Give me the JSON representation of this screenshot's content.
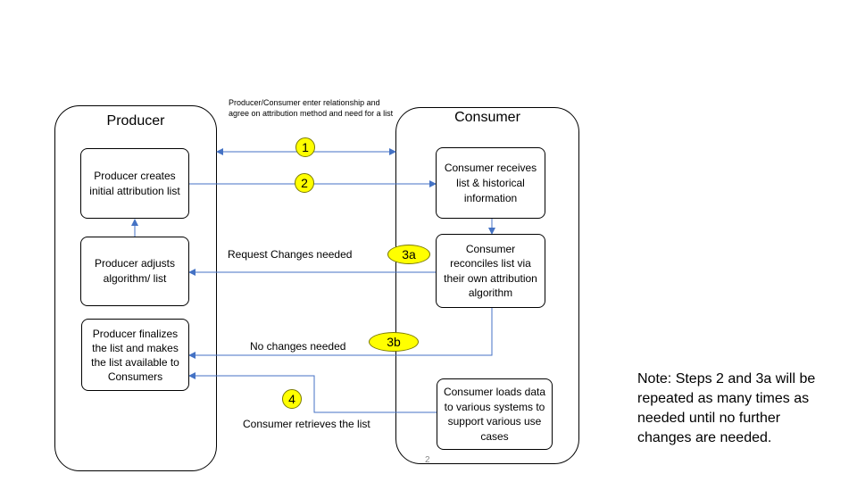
{
  "producer": {
    "title": "Producer",
    "boxes": {
      "creates": "Producer creates initial attribution list",
      "adjusts": "Producer adjusts algorithm/ list",
      "finalizes": "Producer finalizes the list and makes the list available to Consumers"
    }
  },
  "consumer": {
    "title": "Consumer",
    "boxes": {
      "receives": "Consumer receives list & historical information",
      "reconciles": "Consumer reconciles list via their own attribution algorithm",
      "loads": "Consumer loads data to various systems to support various use cases"
    }
  },
  "steps": {
    "s1": "1",
    "s2": "2",
    "s3a": "3a",
    "s3b": "3b",
    "s4": "4"
  },
  "labels": {
    "relationship": "Producer/Consumer enter relationship and agree on attribution method and need for a list",
    "request_changes": "Request Changes needed",
    "no_changes": "No changes needed",
    "retrieves": "Consumer retrieves the list"
  },
  "page_number": "2",
  "note": "Note: Steps 2 and 3a will be repeated as many times as needed until no further changes are needed.",
  "colors": {
    "arrow": "#4472c4",
    "step_fill": "#ffff00",
    "border": "#000000"
  }
}
